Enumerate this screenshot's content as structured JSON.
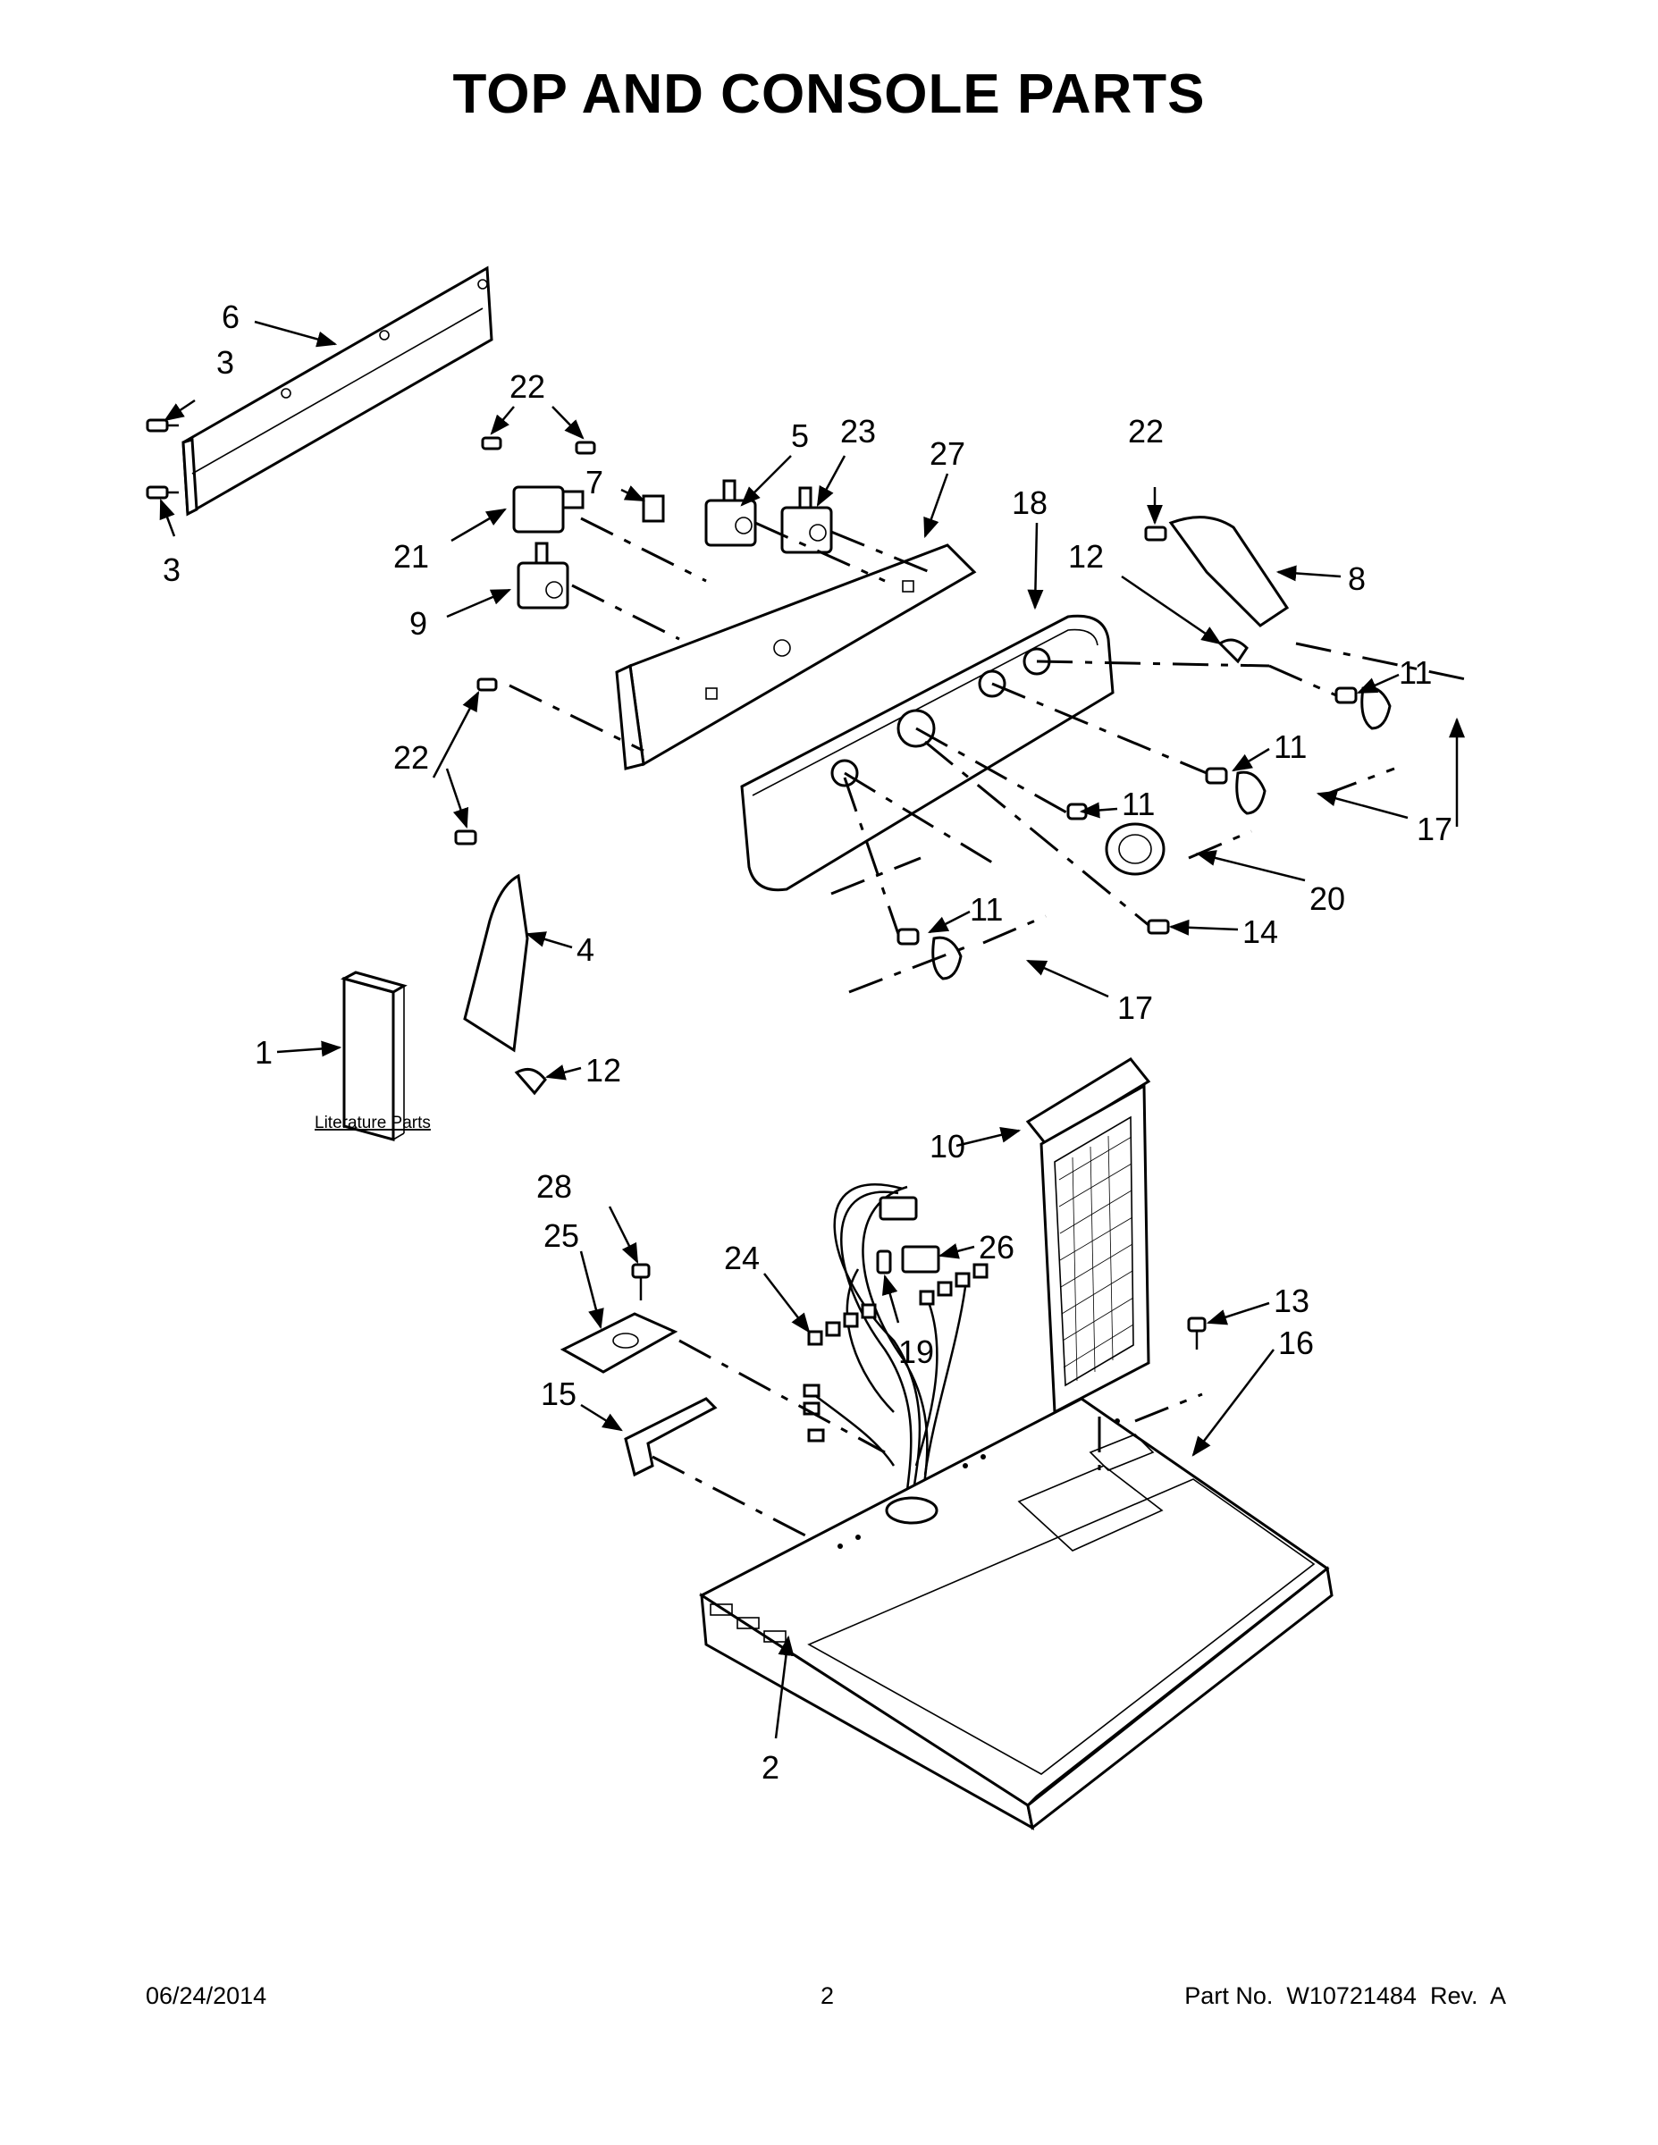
{
  "title": "TOP AND CONSOLE PARTS",
  "literature_label": "Literature Parts",
  "callouts": {
    "c1": "1",
    "c2": "2",
    "c3a": "3",
    "c3b": "3",
    "c4": "4",
    "c5": "5",
    "c6": "6",
    "c7": "7",
    "c8": "8",
    "c9": "9",
    "c10": "10",
    "c11a": "11",
    "c11b": "11",
    "c11c": "11",
    "c11d": "11",
    "c12a": "12",
    "c12b": "12",
    "c13": "13",
    "c14": "14",
    "c15": "15",
    "c16": "16",
    "c17a": "17",
    "c17b": "17",
    "c18": "18",
    "c19": "19",
    "c20": "20",
    "c21": "21",
    "c22a": "22",
    "c22b": "22",
    "c22c": "22",
    "c23": "23",
    "c24": "24",
    "c25": "25",
    "c26": "26",
    "c27": "27",
    "c28": "28"
  },
  "footer": {
    "date": "06/24/2014",
    "page": "2",
    "part_no": "Part No.  W10721484  Rev.  A"
  }
}
